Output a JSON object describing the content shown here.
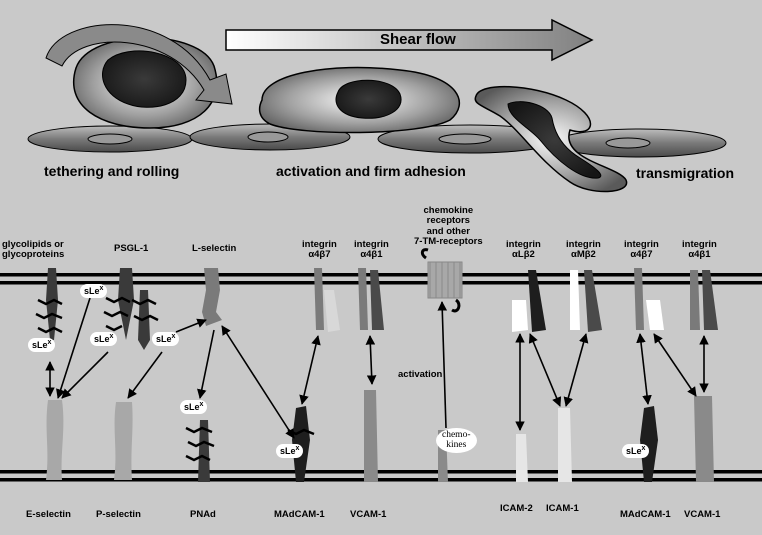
{
  "header": {
    "shear_label": "Shear flow"
  },
  "stages": {
    "tethering": "tethering and rolling",
    "activation": "activation and firm adhesion",
    "transmigration": "transmigration"
  },
  "top_labels": {
    "glyco": [
      "glycolipids or",
      "glycoproteins"
    ],
    "psgl": "PSGL-1",
    "lselectin": "L-selectin",
    "integrin_a4b7_1": [
      "integrin",
      "α4β7"
    ],
    "integrin_a4b1_1": [
      "integrin",
      "α4β1"
    ],
    "chemokine_receptors": [
      "chemokine",
      "receptors",
      "and other",
      "7-TM-receptors"
    ],
    "integrin_aLb2": [
      "integrin",
      "αLβ2"
    ],
    "integrin_aMb2": [
      "integrin",
      "αMβ2"
    ],
    "integrin_a4b7_2": [
      "integrin",
      "α4β7"
    ],
    "integrin_a4b1_2": [
      "integrin",
      "α4β1"
    ]
  },
  "sle_label": {
    "base": "sLe",
    "sup": "x"
  },
  "activation_label": "activation",
  "chemokines_label": [
    "chemo-",
    "kines"
  ],
  "bottom_labels": {
    "eselectin": "E-selectin",
    "pselectin": "P-selectin",
    "pnad": "PNAd",
    "madcam1": "MAdCAM-1",
    "vcam1": "VCAM-1",
    "icam2": "ICAM-2",
    "icam1": "ICAM-1",
    "madcam1_b": "MAdCAM-1",
    "vcam1_b": "VCAM-1"
  },
  "colors": {
    "background": "#c9c9c9",
    "membrane": "#000000",
    "dark": "#1e1e1e",
    "mid": "#7a7a7a",
    "light": "#b5b5b5",
    "white": "#ffffff"
  }
}
